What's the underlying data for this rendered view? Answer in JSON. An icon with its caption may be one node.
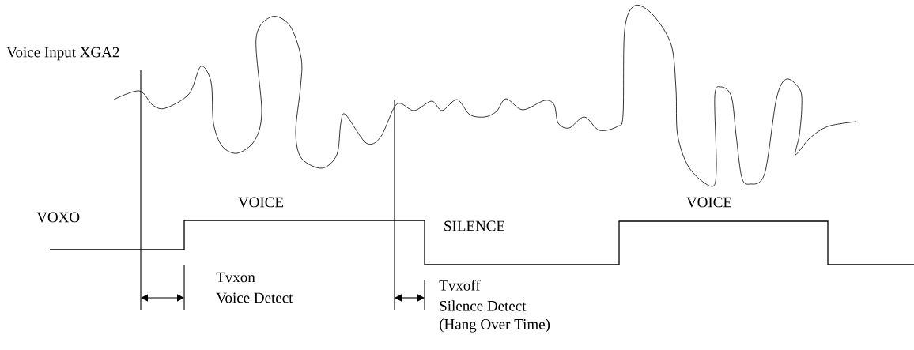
{
  "diagram": {
    "labels": [
      "Voice Input XGA2",
      "VOXO",
      "VOICE",
      "SILENCE",
      "VOICE",
      "Tvxon",
      "Voice Detect",
      "Tvxoff",
      "Silence Detect",
      "(Hang Over Time)"
    ]
  }
}
